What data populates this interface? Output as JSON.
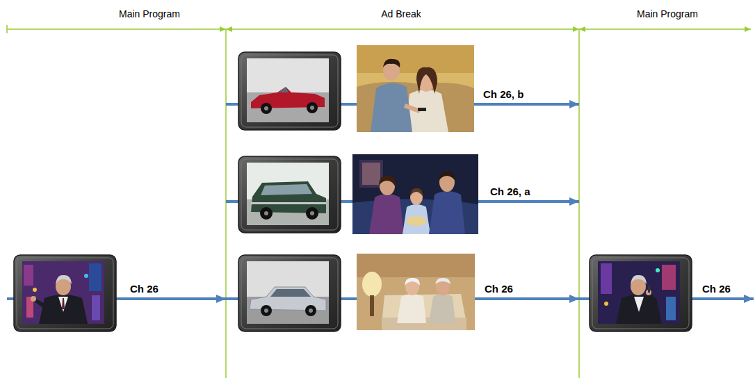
{
  "diagram": {
    "labels": [
      "Main Program",
      "Ad Break",
      "Main Program",
      "Ch 26, b",
      "Ch 26, a",
      "Ch 26",
      "Ch 26",
      "Ch 26"
    ]
  }
}
